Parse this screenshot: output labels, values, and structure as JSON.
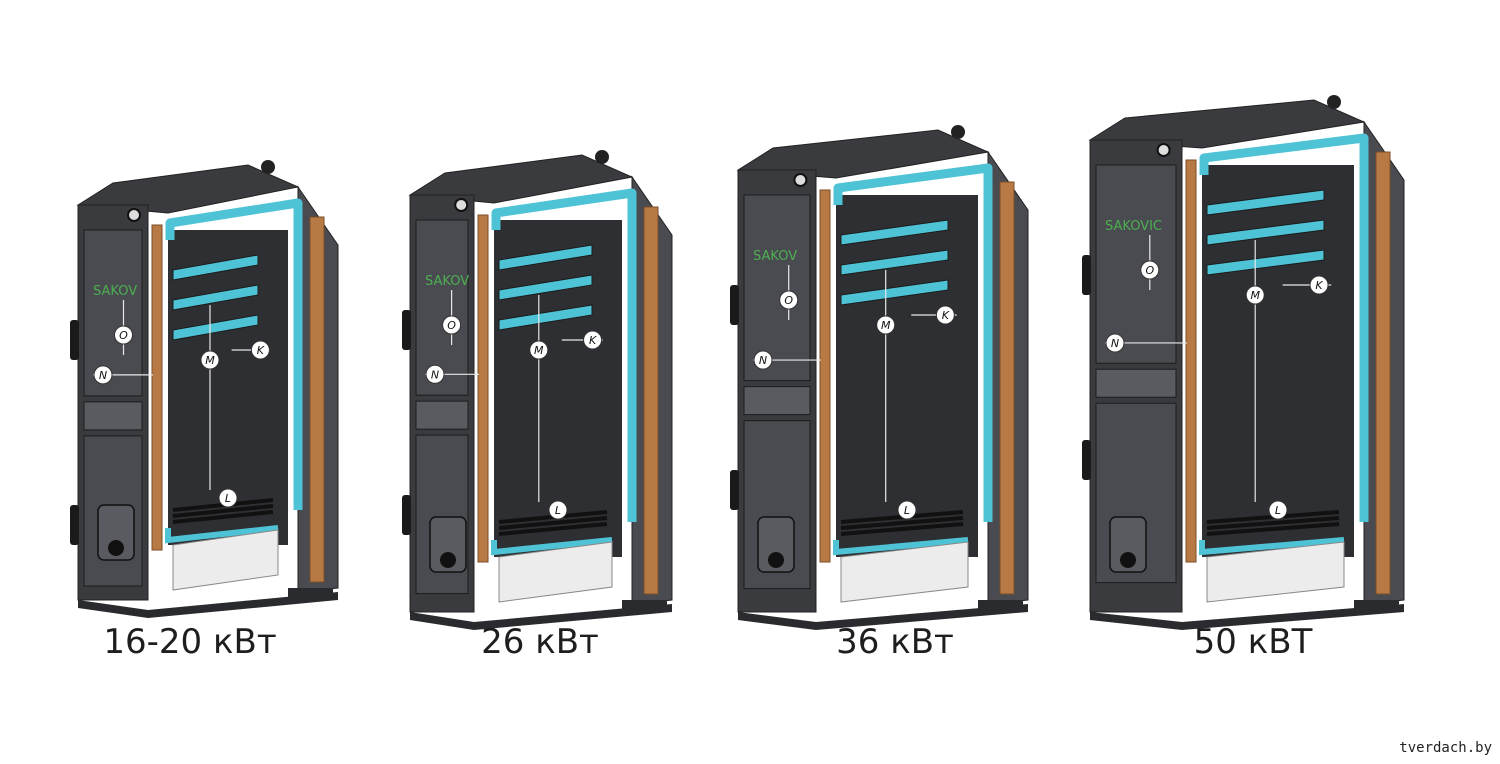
{
  "boilers": [
    {
      "name": "boiler-16-20",
      "label": "16-20 кВт",
      "brand": "SAKOV",
      "markers": [
        "O",
        "N",
        "M",
        "K",
        "L"
      ]
    },
    {
      "name": "boiler-26",
      "label": "26 кВт",
      "brand": "SAKOV",
      "markers": [
        "O",
        "N",
        "M",
        "K",
        "L"
      ]
    },
    {
      "name": "boiler-36",
      "label": "36 кВт",
      "brand": "SAKOV",
      "markers": [
        "O",
        "N",
        "M",
        "K",
        "L"
      ]
    },
    {
      "name": "boiler-50",
      "label": "50 кВТ",
      "brand": "SAKOVIC",
      "markers": [
        "O",
        "N",
        "M",
        "K",
        "L"
      ]
    }
  ],
  "watermark": "tverdach.by",
  "colors": {
    "steel_dark": "#3a3b3f",
    "steel_mid": "#4a4b50",
    "steel_light": "#5a5b61",
    "insulation": "#4fc3d6",
    "wood": "#b87a45",
    "brand_green": "#4caf50",
    "ash_tray": "#ececec"
  }
}
